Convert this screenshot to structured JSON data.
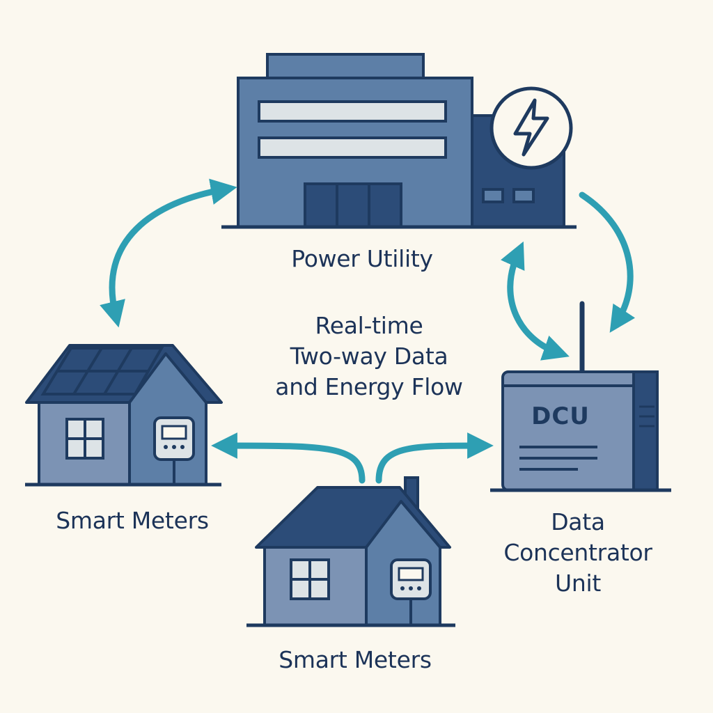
{
  "labels": {
    "power_utility": "Power Utility",
    "center_line1": "Real-time",
    "center_line2": "Two-way Data",
    "center_line3": "and Energy Flow",
    "smart_meters_left": "Smart Meters",
    "smart_meters_bottom": "Smart Meters",
    "dcu_line1": "Data",
    "dcu_line2": "Concentrator",
    "dcu_line3": "Unit",
    "dcu_device_text": "DCU"
  },
  "icons": {
    "utility": "power-plant-building-icon",
    "lightning": "lightning-bolt-icon",
    "house_solar": "house-with-solar-panel-icon",
    "house": "house-icon",
    "meter": "smart-meter-icon",
    "dcu": "data-concentrator-device-icon",
    "arrow": "flow-arrow-icon"
  },
  "colors": {
    "background": "#fbf8ef",
    "navy": "#1e3a5f",
    "building_fill": "#5d7fa7",
    "house_fill": "#7c93b4",
    "roof": "#2c4c78",
    "window_fill": "#dde3e6",
    "teal": "#2e9fb3",
    "text": "#1c3358"
  }
}
